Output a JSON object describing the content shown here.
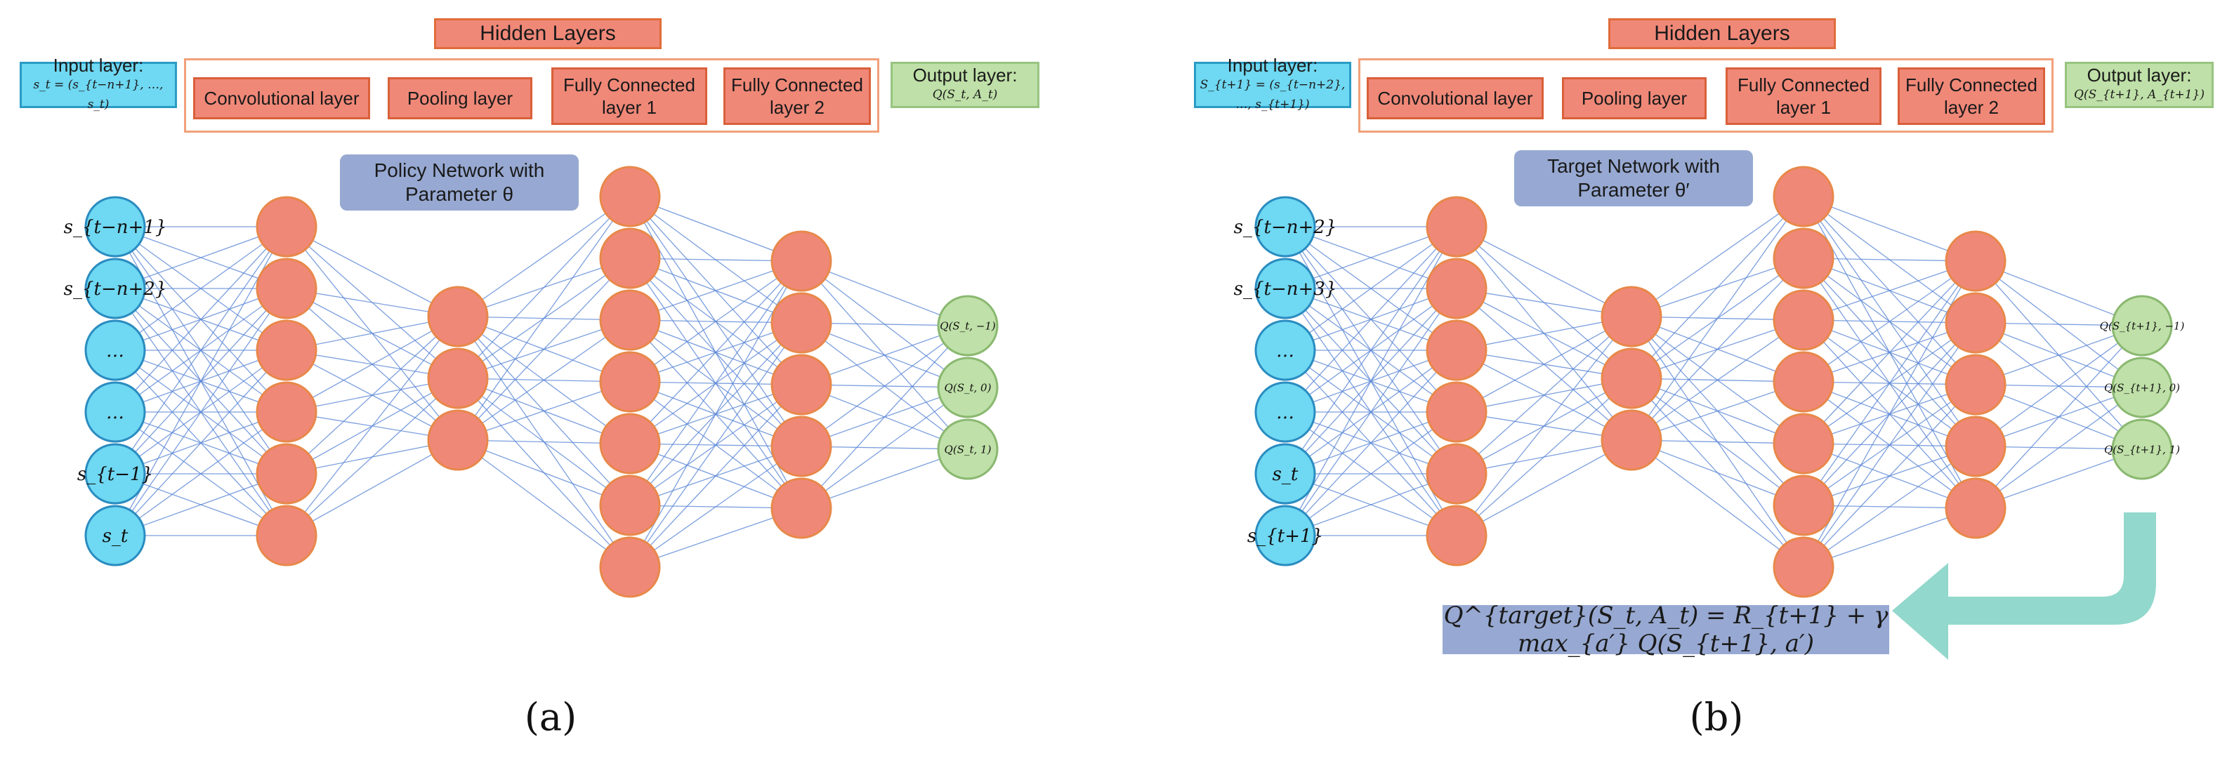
{
  "panels": [
    {
      "hidden_layers_title": "Hidden Layers",
      "input_layer": {
        "title": "Input layer:",
        "formula": "s_t = (s_{t−n+1}, …, s_t)"
      },
      "output_layer": {
        "title": "Output layer:",
        "formula": "Q(S_t, A_t)"
      },
      "layers": [
        "Convolutional layer",
        "Pooling layer",
        "Fully Connected layer 1",
        "Fully Connected layer 2"
      ],
      "network_label": [
        "Policy Network with",
        "Parameter θ"
      ],
      "input_nodes": [
        "s_{t−n+1}",
        "s_{t−n+2}",
        "…",
        "…",
        "s_{t−1}",
        "s_t"
      ],
      "output_nodes": [
        "Q(S_t, −1)",
        "Q(S_t, 0)",
        "Q(S_t, 1)"
      ],
      "caption": "(a)"
    },
    {
      "hidden_layers_title": "Hidden Layers",
      "input_layer": {
        "title": "Input layer:",
        "formula": "S_{t+1} = (s_{t−n+2}, …, s_{t+1})"
      },
      "output_layer": {
        "title": "Output layer:",
        "formula": "Q(S_{t+1}, A_{t+1})"
      },
      "layers": [
        "Convolutional layer",
        "Pooling layer",
        "Fully Connected layer 1",
        "Fully Connected layer 2"
      ],
      "network_label": [
        "Target Network with",
        "Parameter θ′"
      ],
      "input_nodes": [
        "s_{t−n+2}",
        "s_{t−n+3}",
        "…",
        "…",
        "s_t",
        "s_{t+1}"
      ],
      "output_nodes": [
        "Q(S_{t+1}, −1)",
        "Q(S_{t+1}, 0)",
        "Q(S_{t+1}, 1)"
      ],
      "caption": "(b)",
      "formula": "Q^{target}(S_t, A_t) = R_{t+1} + γ max_{a′} Q(S_{t+1}, a′)"
    }
  ],
  "colors": {
    "input_node": "#6fd8f2",
    "hidden_node": "#f08878",
    "output_node": "#bfe0a8",
    "edge": "#5b87d6",
    "arrow": "#92d8cc"
  }
}
